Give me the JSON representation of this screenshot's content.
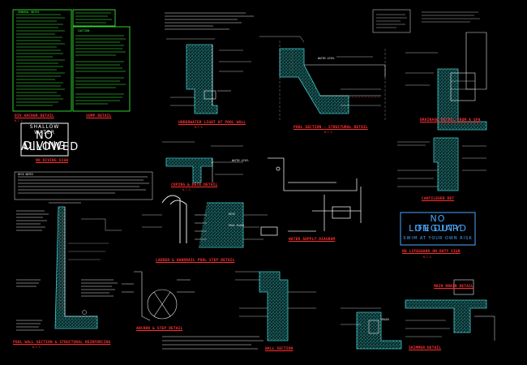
{
  "signs": {
    "shallow_water": "SHALLOW WATER",
    "no_diving": "NO DIVING",
    "allowed": "ALLOWED",
    "no_lifeguard": "NO LIFEGUARD",
    "on_duty": "ON DUTY",
    "swim_at_own_risk": "SWIM AT YOUR OWN RISK"
  },
  "green_notes": {
    "general_title": "GENERAL NOTES",
    "caution_title": "CAUTION"
  },
  "detail_titles": {
    "dive_anchor": "DIV ANCHOR DETAIL",
    "sump_detail": "SUMP DETAIL",
    "underwater_light": "UNDERWATER LIGHT AT POOL WALL",
    "structural_section": "POOL SECTION - STRUCTURAL DETAIL",
    "drainage_detail": "DRAINAGE DETAIL FROM A SPA",
    "no_diving_sign": "NO DIVING SIGN",
    "coping_detail": "COPING & DECK DETAIL",
    "water_supply": "WATER SUPPLY DIAGRAM",
    "cantilever_detail": "CANTILEVER DET",
    "ladder_detail": "LADDER & HANDRAIL POOL STEP DETAIL",
    "no_lifeguard_sign": "NO LIFEGUARD ON DUTY SIGN",
    "pool_wall_section": "POOL WALL SECTION & STRUCTURAL REINFORCING",
    "anchor_pocket": "ANCHOR & STEP DETAIL",
    "wall_section": "WALL SECTION",
    "main_drain": "MAIN DRAIN DETAIL",
    "skimmer": "SKIMMER DETAIL"
  },
  "scales": {
    "nts": "N.T.S."
  },
  "notes_box": {
    "title": "DECK NOTES"
  },
  "labels": {
    "water_level": "WATER LEVEL",
    "pool_floor": "POOL FLOOR",
    "deck": "DECK",
    "drain": "DRAIN"
  },
  "colors": {
    "background": "#000000",
    "linework": "#e8e8e8",
    "concrete": "#41c8c8",
    "title_red": "#ff3030",
    "note_green": "#3fff3f",
    "sign_blue": "#4aa8ff"
  }
}
